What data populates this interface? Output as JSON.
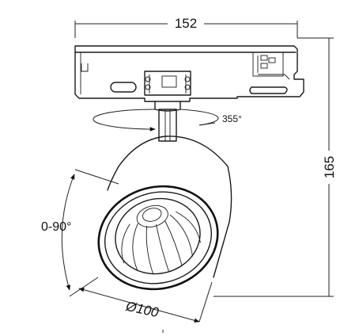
{
  "dimensions": {
    "width": "152",
    "height": "165",
    "rotation": "355°",
    "tilt": "0-90°",
    "diameter": "Ø100"
  },
  "colors": {
    "line": "#1a1a1a",
    "background": "#ffffff"
  }
}
